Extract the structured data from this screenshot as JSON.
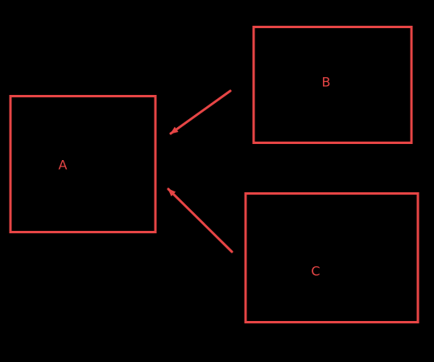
{
  "colors": {
    "background": "#000000",
    "stroke": "#e64545",
    "text": "#e64545"
  },
  "nodes": {
    "a": {
      "label": "A"
    },
    "b": {
      "label": "B"
    },
    "c": {
      "label": "C"
    }
  },
  "edges": [
    {
      "from": "B",
      "to": "A"
    },
    {
      "from": "C",
      "to": "A"
    }
  ]
}
